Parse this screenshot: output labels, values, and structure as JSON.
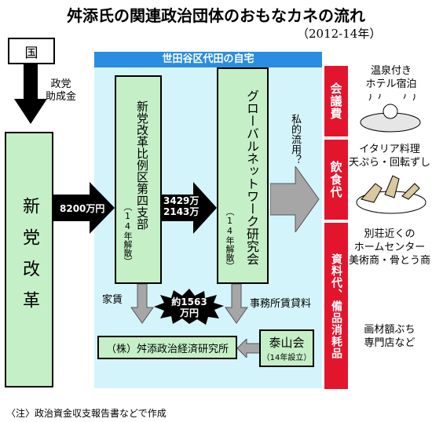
{
  "title": "舛添氏の関連政治団体のおもなカネの流れ",
  "period": "（2012-14年）",
  "state": {
    "label": "国",
    "flow_label": "政党\n助成金"
  },
  "setagaya_header": "世田谷区代田の自宅",
  "shintou": {
    "name": "新党改革"
  },
  "branch": {
    "name": "新党改革比例区第四支部",
    "note": "（14年解散）"
  },
  "global": {
    "name": "グローバルネットワーク研究会",
    "note": "（14年解散）"
  },
  "flows": {
    "to_branch": "8200万円",
    "to_global_1": "3429万",
    "to_global_2": "2143万",
    "private_use": "私的流用？",
    "rent": "家賃",
    "office_rent": "事務所賃貸料",
    "center_amount_1": "約1563",
    "center_amount_2": "万円"
  },
  "research_institute": "（株）舛添政治経済研究所",
  "taizankai": {
    "name": "泰山会",
    "note": "（14年設立）"
  },
  "categories": [
    {
      "label": "会議費",
      "items": [
        "温泉付き",
        "ホテル宿泊"
      ]
    },
    {
      "label": "飲食代",
      "items": [
        "イタリア料理",
        "天ぷら・回転ずし"
      ]
    },
    {
      "label": "資料代、備品消耗品",
      "items": [
        "別荘近くの",
        "ホームセンター",
        "美術商・骨とう商",
        "",
        "画材額ぶち",
        "専門店など"
      ]
    }
  ],
  "footnote": "〈注〉政治資金収支報告書などで作成",
  "colors": {
    "green_box": "#c5f0c7",
    "panel": "#d4f4fb",
    "header_blue": "#2b8de0",
    "red": "#e3152d",
    "gray_arrow": "#a6a6a6"
  }
}
